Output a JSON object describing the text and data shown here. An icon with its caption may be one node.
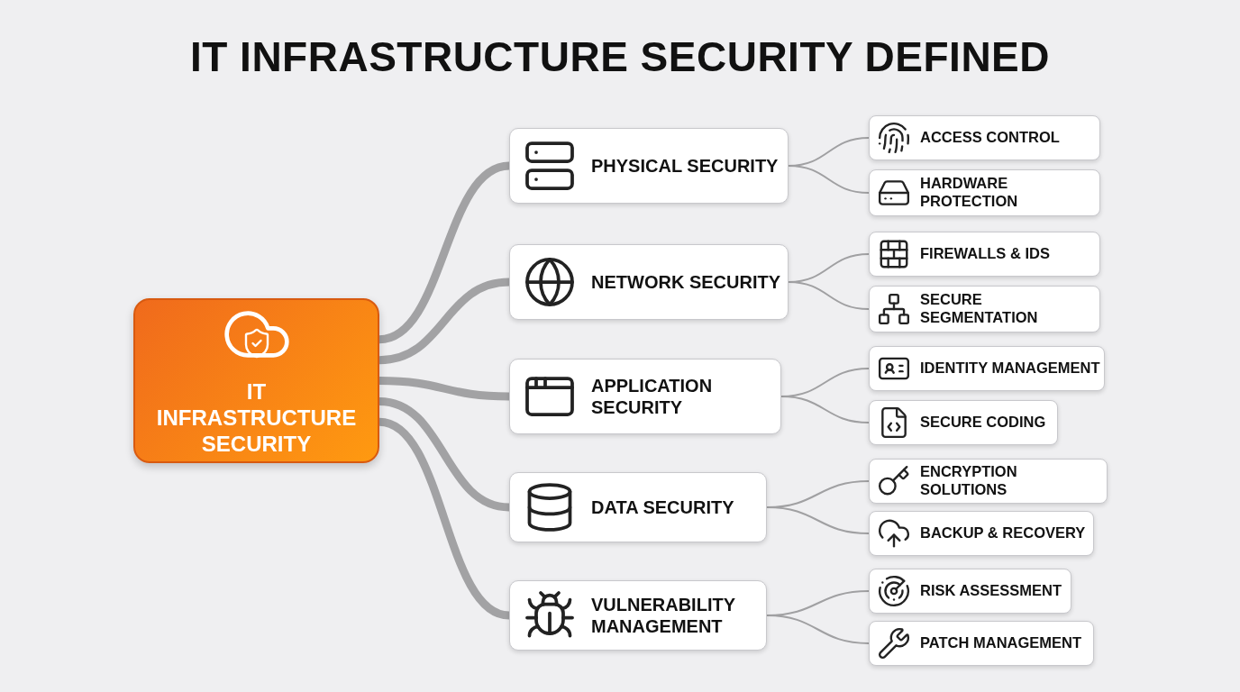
{
  "diagram": {
    "title": "IT INFRASTRUCTURE SECURITY DEFINED",
    "nodes": [
      {
        "text": [
          "IT INFRASTRUCTURE SECURITY"
        ]
      },
      {
        "text": [
          "PHYSICAL SECURITY"
        ]
      },
      {
        "text": [
          "ACCESS CONTROL"
        ]
      },
      {
        "text": [
          "HARDWARE PROTECTION"
        ]
      },
      {
        "text": [
          "NETWORK SECURITY"
        ]
      },
      {
        "text": [
          "FIREWALLS & IDS"
        ]
      },
      {
        "text": [
          "SECURE SEGMENTATION"
        ]
      },
      {
        "text": [
          "APPLICATION SECURITY"
        ]
      },
      {
        "text": [
          "IDENTITY MANAGEMENT"
        ]
      },
      {
        "text": [
          "SECURE CODING"
        ]
      },
      {
        "text": [
          "DATA SECURITY"
        ]
      },
      {
        "text": [
          "ENCRYPTION SOLUTIONS"
        ]
      },
      {
        "text": [
          "BACKUP & RECOVERY"
        ]
      },
      {
        "text": [
          "VULNERABILITY MANAGEMENT"
        ]
      },
      {
        "text": [
          "RISK ASSESSMENT"
        ]
      },
      {
        "text": [
          "PATCH MANAGEMENT"
        ]
      }
    ],
    "edges": [
      {
        "from": 0,
        "to": 1,
        "arrow": "none",
        "style": "thick"
      },
      {
        "from": 0,
        "to": 4,
        "arrow": "none",
        "style": "thick"
      },
      {
        "from": 0,
        "to": 7,
        "arrow": "none",
        "style": "thick"
      },
      {
        "from": 0,
        "to": 10,
        "arrow": "none",
        "style": "thick"
      },
      {
        "from": 0,
        "to": 13,
        "arrow": "none",
        "style": "thick"
      },
      {
        "from": 1,
        "to": 2,
        "arrow": "none"
      },
      {
        "from": 1,
        "to": 3,
        "arrow": "none"
      },
      {
        "from": 4,
        "to": 5,
        "arrow": "none"
      },
      {
        "from": 4,
        "to": 6,
        "arrow": "none"
      },
      {
        "from": 7,
        "to": 8,
        "arrow": "none"
      },
      {
        "from": 7,
        "to": 9,
        "arrow": "none"
      },
      {
        "from": 10,
        "to": 11,
        "arrow": "none"
      },
      {
        "from": 10,
        "to": 12,
        "arrow": "none"
      },
      {
        "from": 13,
        "to": 14,
        "arrow": "none"
      },
      {
        "from": 13,
        "to": 15,
        "arrow": "none"
      }
    ]
  }
}
